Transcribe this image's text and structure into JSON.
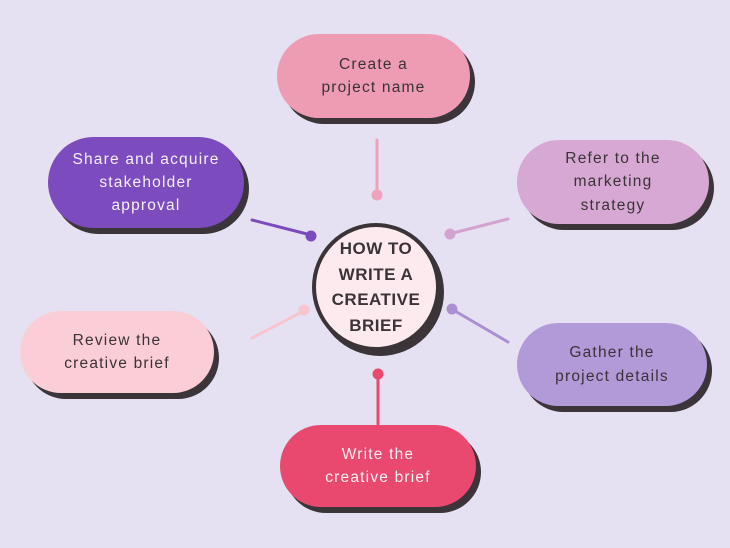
{
  "canvas": {
    "background": "#e6e1f2",
    "shadow_color": "#3b3539"
  },
  "center": {
    "label": "HOW TO\nWRITE A\nCREATIVE\nBRIEF",
    "fill": "#fdeaee",
    "border_color": "#3a3338",
    "text_color": "#3a3338"
  },
  "nodes": [
    {
      "id": "create-project-name",
      "label": "Create a\nproject name",
      "fill": "#ee9cb4",
      "text_color": "#3a3337"
    },
    {
      "id": "refer-marketing-strategy",
      "label": "Refer to the\nmarketing\nstrategy",
      "fill": "#d6a8d3",
      "text_color": "#3a3337"
    },
    {
      "id": "gather-project-details",
      "label": "Gather the\nproject details",
      "fill": "#b299d8",
      "text_color": "#3a3337"
    },
    {
      "id": "write-creative-brief",
      "label": "Write the\ncreative brief",
      "fill": "#e9486f",
      "text_color": "#fdf2f6"
    },
    {
      "id": "review-creative-brief",
      "label": "Review the\ncreative brief",
      "fill": "#fbcdd6",
      "text_color": "#3a3337"
    },
    {
      "id": "share-stakeholder-approval",
      "label": "Share and acquire\nstakeholder\napproval",
      "fill": "#7c4bbd",
      "text_color": "#f6f0fa"
    }
  ],
  "connectors": [
    {
      "from": "create-project-name",
      "color": "#f0a1bb"
    },
    {
      "from": "refer-marketing-strategy",
      "color": "#d3a3cf"
    },
    {
      "from": "gather-project-details",
      "color": "#aa90d2"
    },
    {
      "from": "write-creative-brief",
      "color": "#e9486f"
    },
    {
      "from": "review-creative-brief",
      "color": "#f7c5d0"
    },
    {
      "from": "share-stakeholder-approval",
      "color": "#7b4abc"
    }
  ]
}
